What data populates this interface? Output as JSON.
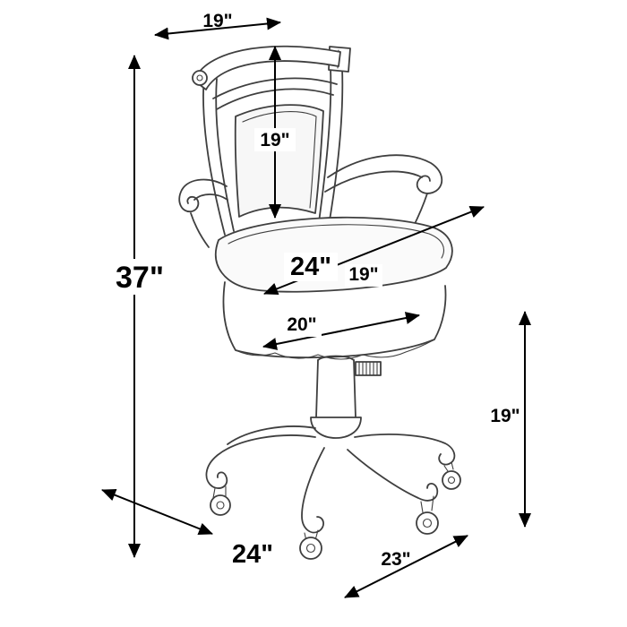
{
  "colors": {
    "line_art": "#3f3f3f",
    "dimension": "#000000",
    "background": "#ffffff"
  },
  "dimensions": {
    "top_width": "19\"",
    "back_height": "19\"",
    "overall_height": "37\"",
    "overall_width": "24\"",
    "seat_depth": "19\"",
    "seat_width": "20\"",
    "floor_to_seat": "19\"",
    "base_width": "24\"",
    "base_depth": "23\""
  }
}
